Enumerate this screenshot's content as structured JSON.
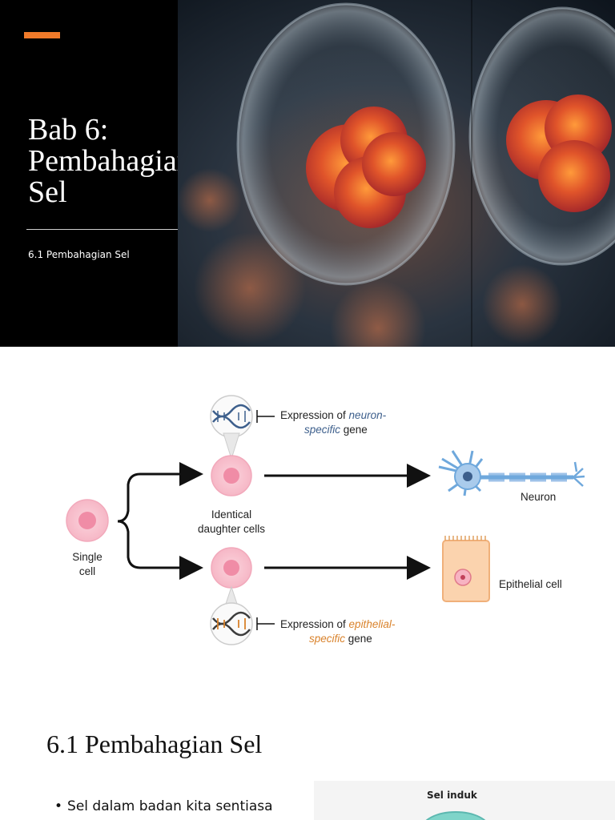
{
  "slide1": {
    "title": "Bab 6: Pembahagian Sel",
    "subtitle": "6.1 Pembahagian Sel",
    "accent_color": "#f07a2a"
  },
  "diagram": {
    "top_label_plain": "Expression of ",
    "top_label_colored": "neuron-",
    "top_label_line2_colored": "specific",
    "top_label_line2_plain": " gene",
    "daughter_label_line1": "Identical",
    "daughter_label_line2": "daughter cells",
    "single_label_line1": "Single",
    "single_label_line2": "cell",
    "neuron_label": "Neuron",
    "epithelial_label": "Epithelial cell",
    "bottom_label_plain": "Expression of ",
    "bottom_label_colored": "epithelial-",
    "bottom_label_line2_colored": "specific",
    "bottom_label_line2_plain": " gene",
    "colors": {
      "neuron": "#3d5f8c",
      "epithelial": "#d9822b",
      "cell": "#f6b7c6"
    }
  },
  "slide3": {
    "title": "6.1 Pembahagian Sel",
    "bullet": "Sel dalam badan kita sentiasa",
    "image_label": "Sel induk"
  }
}
